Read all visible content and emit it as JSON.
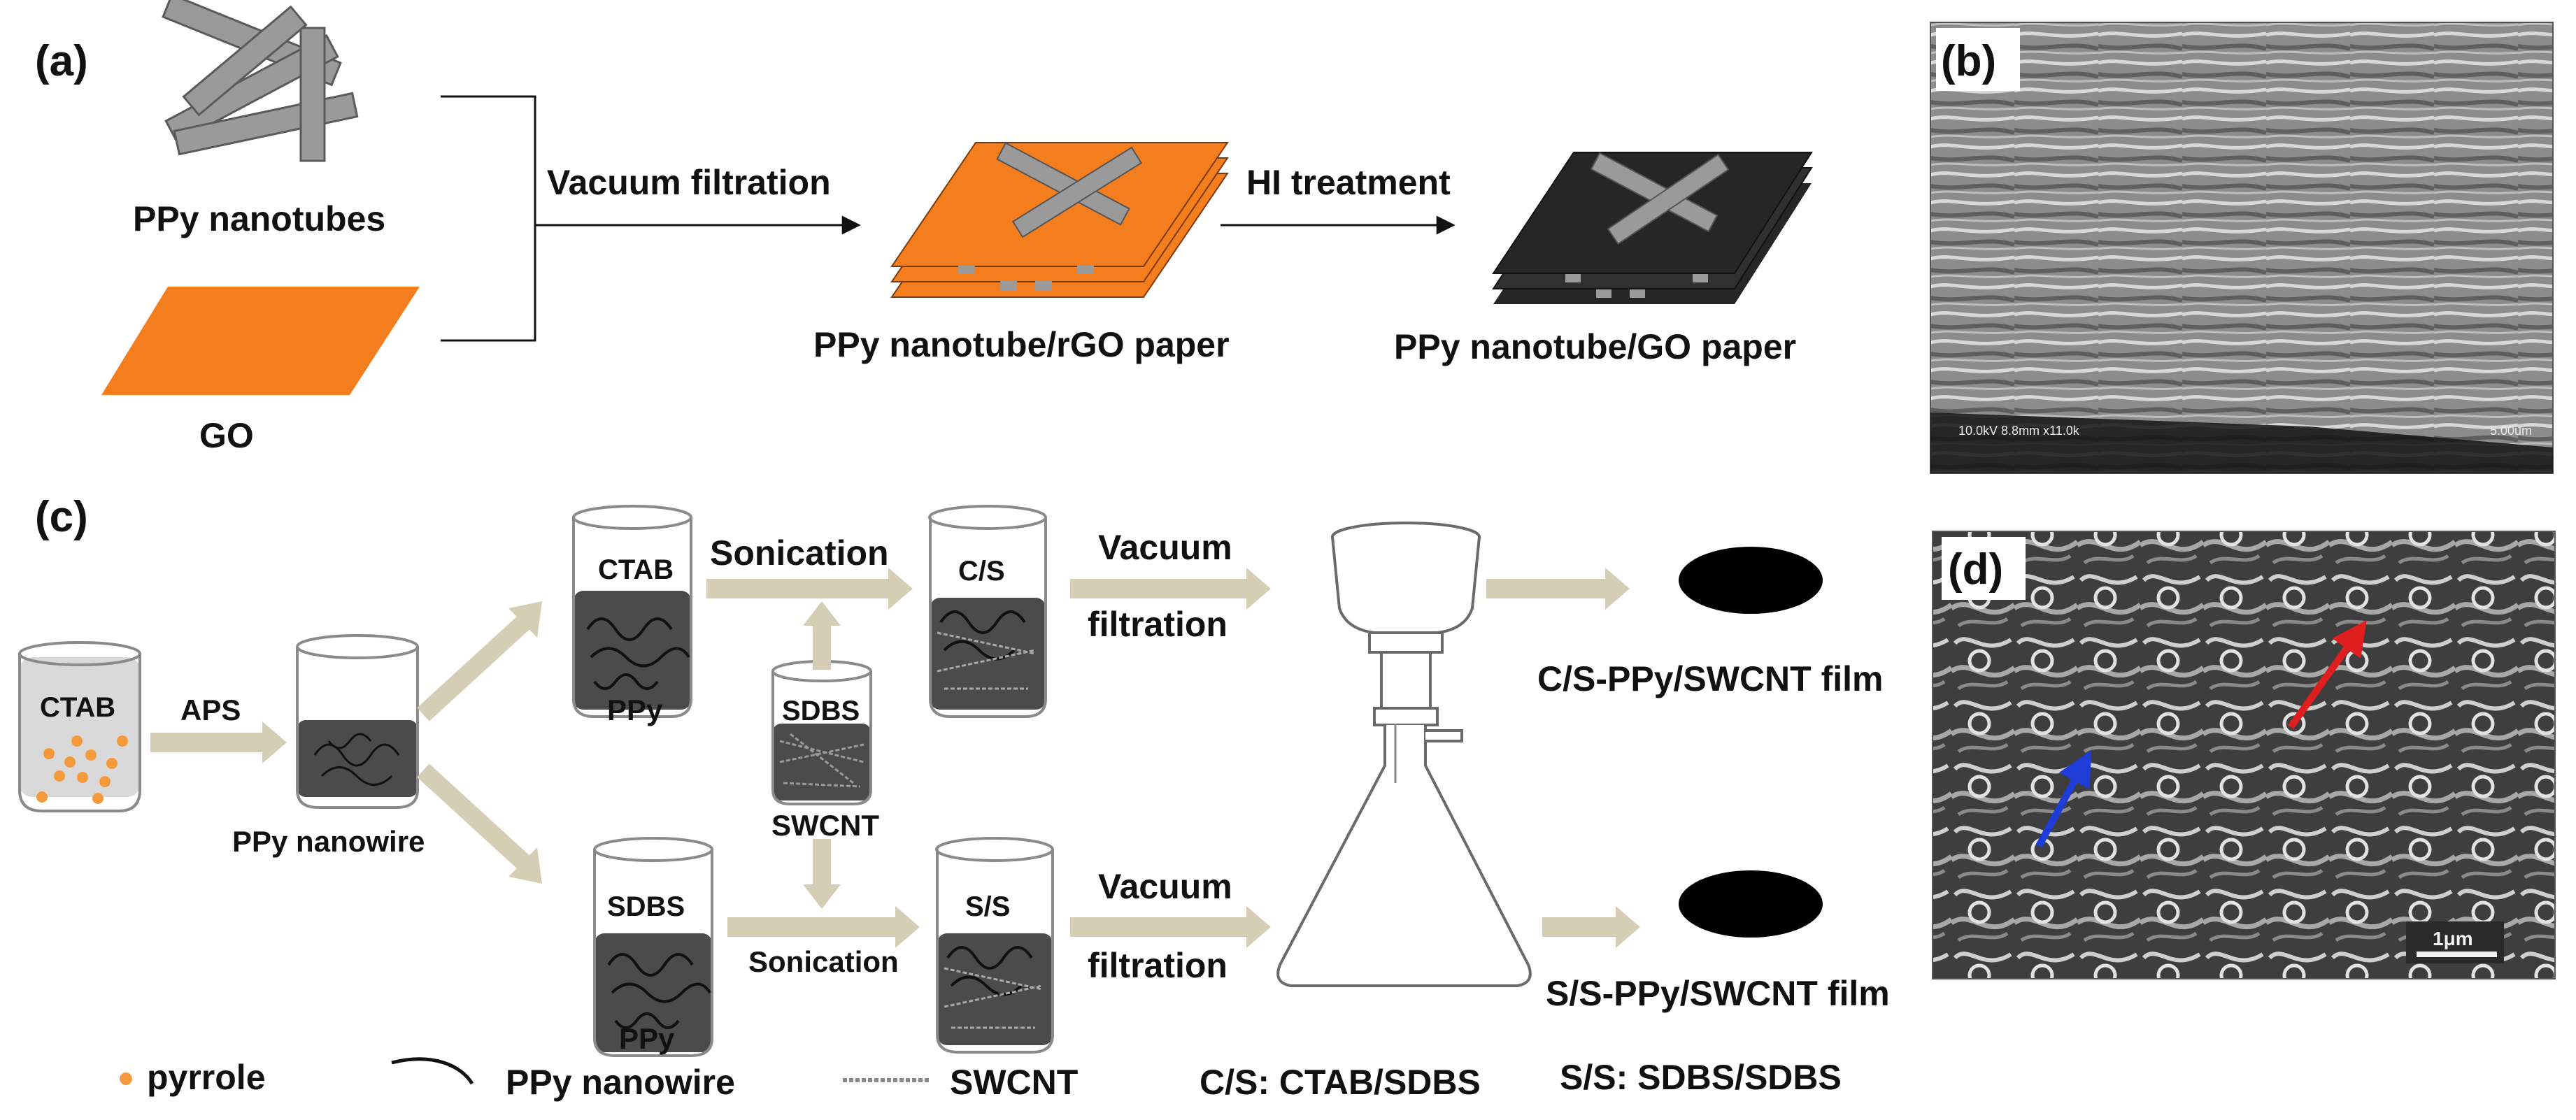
{
  "colors": {
    "orange": "#f47d1e",
    "tube_gray": "#9a9a9a",
    "arrow_tan": "#d6ceb4",
    "paper_dark": "#262626",
    "beaker_liquid": "#4b4b4b",
    "pyrrole_dot": "#f59a3c",
    "red_arrow": "#e01e1e",
    "blue_arrow": "#1e3cd8"
  },
  "panel_a": {
    "letter": "(a)",
    "ppy_nanotubes": "PPy nanotubes",
    "go": "GO",
    "vacuum_filtration": "Vacuum filtration",
    "hi_treatment": "HI treatment",
    "ppy_nanotube_rgo_paper": "PPy nanotube/rGO paper",
    "ppy_nanotube_go_paper": "PPy nanotube/GO paper"
  },
  "panel_b": {
    "letter": "(b)",
    "sem_caption": "10.0kV 8.8mm x11.0k",
    "scale": "5.00um"
  },
  "panel_c": {
    "letter": "(c)",
    "ctab_start": "CTAB",
    "aps": "APS",
    "ppy_nanowire": "PPy nanowire",
    "ctab_beaker": "CTAB",
    "ppy_top": "PPy",
    "sdbs_beaker_bottom": "SDBS",
    "ppy_bottom": "PPy",
    "sdbs_mid": "SDBS",
    "swcnt": "SWCNT",
    "sonication_top": "Sonication",
    "sonication_bottom": "Sonication",
    "cs": "C/S",
    "ss": "S/S",
    "vacuum_top": "Vacuum",
    "filtration_top": "filtration",
    "vacuum_bottom": "Vacuum",
    "filtration_bottom": "filtration",
    "cs_film": "C/S-PPy/SWCNT film",
    "ss_film": "S/S-PPy/SWCNT film"
  },
  "panel_d": {
    "letter": "(d)",
    "scale": "1μm"
  },
  "legend": {
    "pyrrole": "pyrrole",
    "ppy_nanowire": "PPy nanowire",
    "swcnt": "SWCNT",
    "cs_def": "C/S: CTAB/SDBS",
    "ss_def": "S/S: SDBS/SDBS"
  }
}
